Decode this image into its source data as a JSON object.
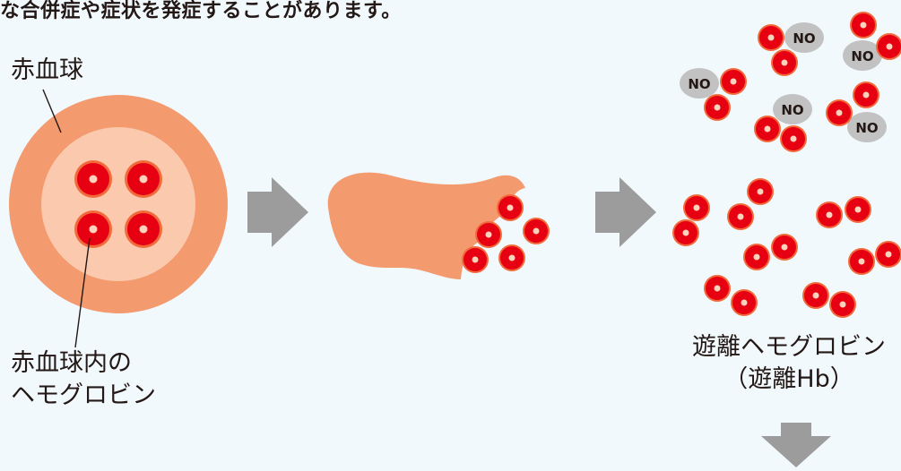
{
  "heading": "な合併症や症状を発症することがあります。",
  "labels": {
    "rbc": "赤血球",
    "hemoglobin_line1": "赤血球内の",
    "hemoglobin_line2": "ヘモグロビン",
    "free_line1": "遊離ヘモグロビン",
    "free_line2": "（遊離Hb）"
  },
  "no_label": "NO",
  "colors": {
    "background": "#f1f9fd",
    "rbc_outer": "#f39a6e",
    "rbc_inner": "#fbc9ad",
    "hb_red": "#e60012",
    "hb_ring": "#f26a3c",
    "arrow_gray": "#9c9c9c",
    "no_gray": "#c2c2c2"
  }
}
